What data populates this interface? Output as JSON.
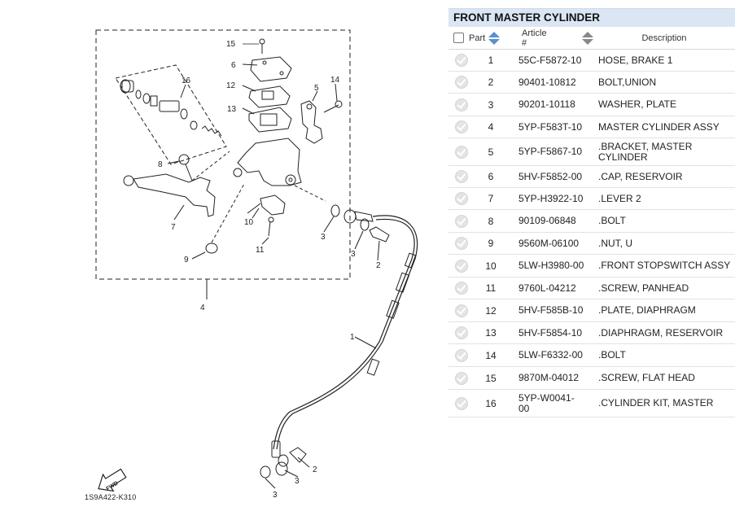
{
  "diagram": {
    "code": "1S9A422-K310",
    "fwd_label": "FWD",
    "callouts": [
      "15",
      "6",
      "12",
      "13",
      "16",
      "5",
      "14",
      "8",
      "7",
      "10",
      "11",
      "9",
      "4",
      "3",
      "3",
      "2",
      "1",
      "2",
      "3",
      "3"
    ]
  },
  "panel": {
    "title": "FRONT MASTER CYLINDER",
    "headers": {
      "part": "Part",
      "article": "Article #",
      "description": "Description"
    },
    "rows": [
      {
        "num": "1",
        "article": "55C-F5872-10",
        "desc": "HOSE, BRAKE 1"
      },
      {
        "num": "2",
        "article": "90401-10812",
        "desc": "BOLT,UNION"
      },
      {
        "num": "3",
        "article": "90201-10118",
        "desc": "WASHER, PLATE"
      },
      {
        "num": "4",
        "article": "5YP-F583T-10",
        "desc": "MASTER CYLINDER ASSY"
      },
      {
        "num": "5",
        "article": "5YP-F5867-10",
        "desc": ".BRACKET, MASTER CYLINDER"
      },
      {
        "num": "6",
        "article": "5HV-F5852-00",
        "desc": ".CAP, RESERVOIR"
      },
      {
        "num": "7",
        "article": "5YP-H3922-10",
        "desc": ".LEVER 2"
      },
      {
        "num": "8",
        "article": "90109-06848",
        "desc": ".BOLT"
      },
      {
        "num": "9",
        "article": "9560M-06100",
        "desc": ".NUT, U"
      },
      {
        "num": "10",
        "article": "5LW-H3980-00",
        "desc": ".FRONT STOPSWITCH ASSY"
      },
      {
        "num": "11",
        "article": "9760L-04212",
        "desc": ".SCREW, PANHEAD"
      },
      {
        "num": "12",
        "article": "5HV-F585B-10",
        "desc": ".PLATE, DIAPHRAGM"
      },
      {
        "num": "13",
        "article": "5HV-F5854-10",
        "desc": ".DIAPHRAGM, RESERVOIR"
      },
      {
        "num": "14",
        "article": "5LW-F6332-00",
        "desc": ".BOLT"
      },
      {
        "num": "15",
        "article": "9870M-04012",
        "desc": ".SCREW, FLAT HEAD"
      },
      {
        "num": "16",
        "article": "5YP-W0041-00",
        "desc": ".CYLINDER KIT, MASTER"
      }
    ]
  }
}
